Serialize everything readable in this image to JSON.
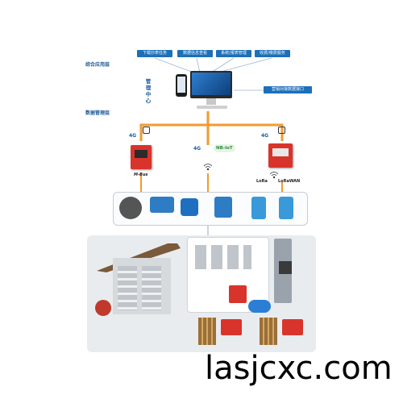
{
  "services": [
    "下载抄表任务",
    "数据信息查看",
    "系统/报表管理",
    "收费/缴费服务"
  ],
  "layers": {
    "app_layer": "综合应用层",
    "data_layer": "数据管理层"
  },
  "management_center": "管理中心",
  "marketing_interface": "营销对接数据接口",
  "network_tags": {
    "left_4g": "4G",
    "middle_4g": "4G",
    "right_4g": "4G",
    "nbiot": "NB-IoT",
    "mbus": "M-Bus",
    "lora": "LoRa",
    "lorawan": "LoRaWAN"
  },
  "watermark": "lasjcxc.com",
  "colors": {
    "orange_line": "#f29a2e",
    "service_blue": "#1d6fb8",
    "gateway_red": "#d9342b",
    "panel_grey": "#e9ecef"
  }
}
